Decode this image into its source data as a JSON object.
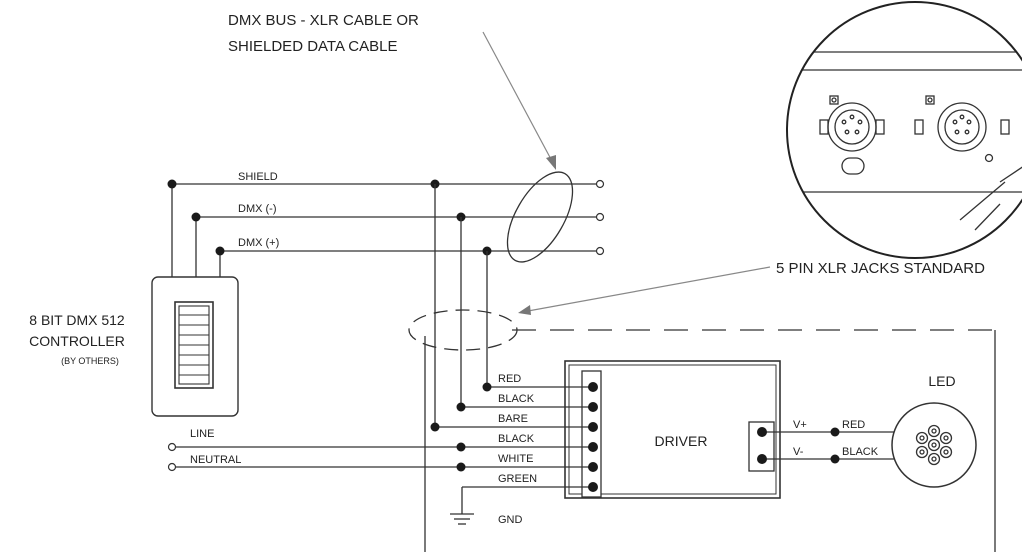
{
  "callouts": {
    "dmx_bus_line1": "DMX BUS - XLR CABLE OR",
    "dmx_bus_line2": "SHIELDED DATA CABLE",
    "xlr_jacks": "5 PIN XLR JACKS STANDARD"
  },
  "controller": {
    "line1": "8 BIT DMX 512",
    "line2": "CONTROLLER",
    "line3": "(BY OTHERS)"
  },
  "bus_wires": {
    "shield": "SHIELD",
    "dmx_minus": "DMX (-)",
    "dmx_plus": "DMX (+)"
  },
  "power_wires": {
    "line": "LINE",
    "neutral": "NEUTRAL"
  },
  "driver": {
    "label": "DRIVER",
    "input_wires": [
      "RED",
      "BLACK",
      "BARE",
      "BLACK",
      "WHITE",
      "GREEN"
    ],
    "out_plus": "V+",
    "out_minus": "V-"
  },
  "output_wires": {
    "red": "RED",
    "black": "BLACK"
  },
  "led": {
    "label": "LED"
  },
  "ground": {
    "label": "GND"
  }
}
